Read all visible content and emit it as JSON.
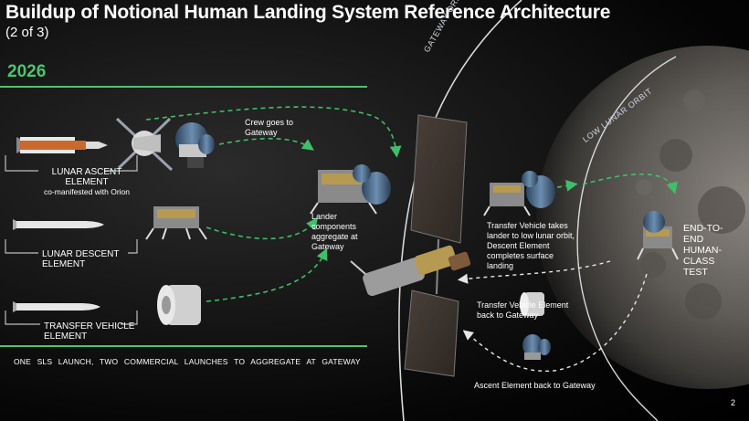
{
  "slide": {
    "title": "Buildup of Notional Human Landing System Reference Architecture",
    "subtitle": "(2 of 3)",
    "year": "2026",
    "footer": "ONE  SLS LAUNCH, TWO  COMMERCIAL LAUNCHES TO  AGGREGATE  AT GATEWAY",
    "page_number": "2"
  },
  "launches": {
    "lunar_ascent": {
      "line1": "LUNAR ASCENT",
      "line2": "ELEMENT",
      "note": "co-manifested with Orion"
    },
    "lunar_descent": {
      "line1": "LUNAR  DESCENT",
      "line2": "ELEMENT"
    },
    "transfer_vehicle": {
      "line1": "TRANSFER VEHICLE",
      "line2": "ELEMENT"
    }
  },
  "callouts": {
    "crew_goes_line1": "Crew goes to",
    "crew_goes_line2": "Gateway",
    "lander_line1": "Lander",
    "lander_line2": "components",
    "lander_line3": "aggregate at",
    "lander_line4": "Gateway",
    "tv_takes_line1": "Transfer Vehicle takes",
    "tv_takes_line2": "lander to  low lunar orbit,",
    "tv_takes_line3": "Descent Element",
    "tv_takes_line4": "completes surface",
    "tv_takes_line5": "landing",
    "tv_back_line1": "Transfer Vehicle Element",
    "tv_back_line2": "back to Gateway",
    "ascent_back": "Ascent Element back to Gateway",
    "end_line1": "END-TO-",
    "end_line2": "END",
    "end_line3": "HUMAN-",
    "end_line4": "CLASS",
    "end_line5": "TEST"
  },
  "orbits": {
    "gateway": "GATEWAY ORBIT",
    "low_lunar": "LOW LUNAR ORBIT"
  },
  "colors": {
    "accent_green": "#4ec36f",
    "arrow_green": "#3fbf6a",
    "arrow_white": "#e6e6e6",
    "moon": "#5d5a57"
  }
}
